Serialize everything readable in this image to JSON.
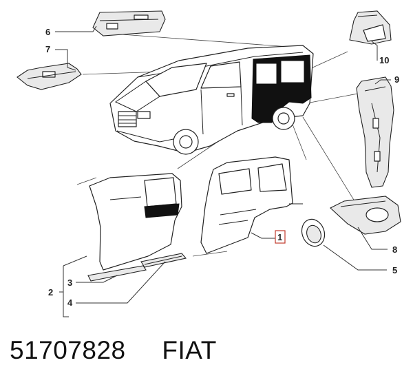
{
  "callouts": {
    "c1": "1",
    "c2": "2",
    "c3": "3",
    "c4": "4",
    "c5": "5",
    "c6": "6",
    "c7": "7",
    "c8": "8",
    "c9": "9",
    "c10": "10"
  },
  "footer": {
    "part_number": "51707828",
    "brand": "FIAT"
  },
  "colors": {
    "line": "#222222",
    "highlight_box": "#c0392b",
    "fill_dark": "#111111"
  }
}
